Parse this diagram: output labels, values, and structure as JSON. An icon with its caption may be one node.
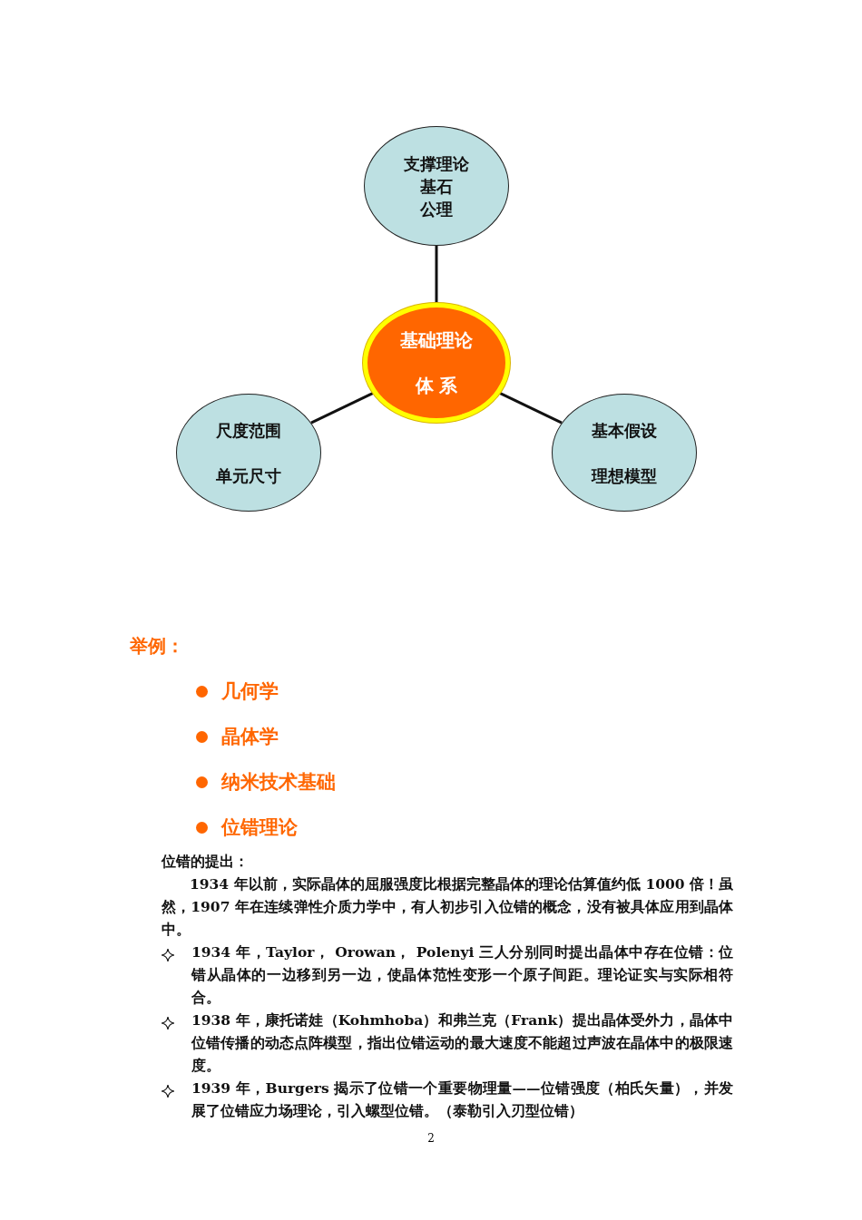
{
  "diagram": {
    "nodes": [
      {
        "text": [
          "支撑理论",
          "基石",
          "公理"
        ]
      },
      {
        "text": [
          "基础理论",
          "体 系"
        ]
      },
      {
        "text": [
          "尺度范围",
          "单元尺寸"
        ]
      },
      {
        "text": [
          "基本假设",
          "理想模型"
        ]
      }
    ],
    "edges": [
      {
        "from": 1,
        "to": 0,
        "arrow": "none"
      },
      {
        "from": 1,
        "to": 2,
        "arrow": "none"
      },
      {
        "from": 1,
        "to": 3,
        "arrow": "none"
      }
    ],
    "labels": [
      "举例：",
      "几何学",
      "晶体学",
      "纳米技术基础",
      "位错理论",
      "位错的提出：",
      "1934 年以前，实际晶体的屈服强度比根据完整晶体的理论估算值约低 1000 倍！虽然，1907 年在连续弹性介质力学中，有人初步引入位错的概念，没有被具体应用到晶体中。",
      "1934 年，Taylor， Orowan， Polenyi 三人分别同时提出晶体中存在位错：位错从晶体的一边移到另一边，使晶体范性变形一个原子间距。理论证实与实际相符合。",
      "1938 年，康托诺娃（Kohmhoba）和弗兰克（Frank）提出晶体受外力，晶体中位错传播的动态点阵模型，指出位错运动的最大速度不能超过声波在晶体中的极限速度。",
      "1939 年，Burgers 揭示了位错一个重要物理量——位错强度（柏氏矢量），并发展了位错应力场理论，引入螺型位错。（泰勒引入刃型位错）",
      "2"
    ]
  }
}
